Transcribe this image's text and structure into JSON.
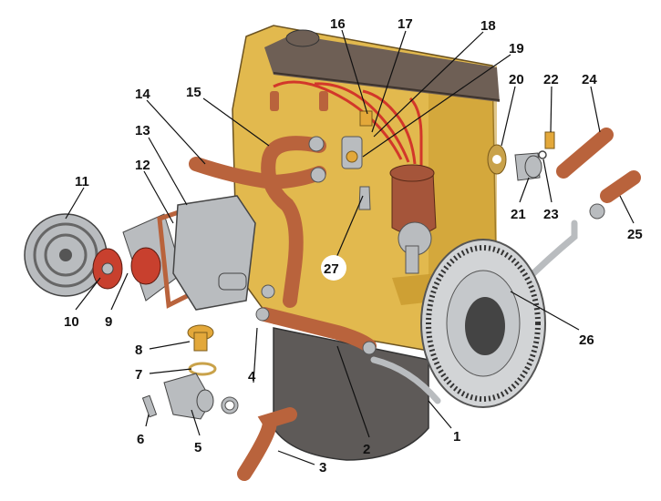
{
  "colors": {
    "block": "#e2b94e",
    "block_shade": "#c99a2e",
    "head_cover": "#6e5f55",
    "oil_pan": "#5e5a58",
    "hose": "#b9633c",
    "hose_dark": "#8a4528",
    "metal": "#b9bcbf",
    "metal_dark": "#7e8286",
    "wire": "#d2372a",
    "distributor": "#a5553a",
    "pump_red": "#c8402e",
    "thermostat": "#e3a83a",
    "background": "#ffffff"
  },
  "callouts": [
    {
      "id": "1",
      "label": "1"
    },
    {
      "id": "2",
      "label": "2"
    },
    {
      "id": "3",
      "label": "3"
    },
    {
      "id": "4",
      "label": "4"
    },
    {
      "id": "5",
      "label": "5"
    },
    {
      "id": "6",
      "label": "6"
    },
    {
      "id": "7",
      "label": "7"
    },
    {
      "id": "8",
      "label": "8"
    },
    {
      "id": "9",
      "label": "9"
    },
    {
      "id": "10",
      "label": "10"
    },
    {
      "id": "11",
      "label": "11"
    },
    {
      "id": "12",
      "label": "12"
    },
    {
      "id": "13",
      "label": "13"
    },
    {
      "id": "14",
      "label": "14"
    },
    {
      "id": "15",
      "label": "15"
    },
    {
      "id": "16",
      "label": "16"
    },
    {
      "id": "17",
      "label": "17"
    },
    {
      "id": "18",
      "label": "18"
    },
    {
      "id": "19",
      "label": "19"
    },
    {
      "id": "20",
      "label": "20"
    },
    {
      "id": "21",
      "label": "21"
    },
    {
      "id": "22",
      "label": "22"
    },
    {
      "id": "23",
      "label": "23"
    },
    {
      "id": "24",
      "label": "24"
    },
    {
      "id": "25",
      "label": "25"
    },
    {
      "id": "26",
      "label": "26"
    },
    {
      "id": "27",
      "label": "27"
    }
  ]
}
